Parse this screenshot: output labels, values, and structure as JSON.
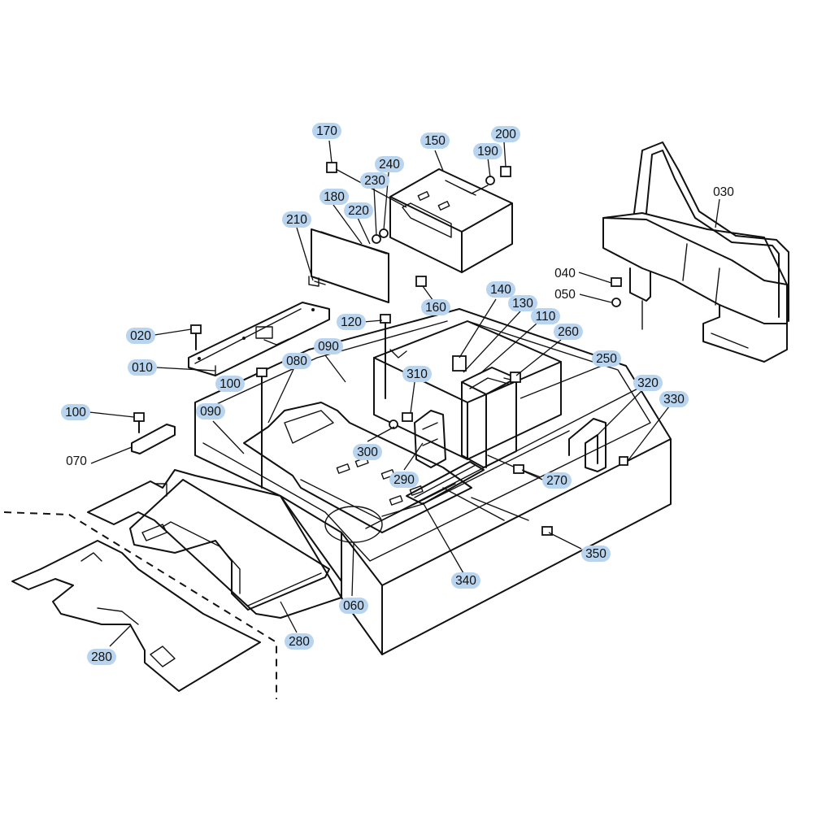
{
  "part_labels": [
    {
      "text": "170",
      "highlighted": true
    },
    {
      "text": "150",
      "highlighted": true
    },
    {
      "text": "190",
      "highlighted": true
    },
    {
      "text": "200",
      "highlighted": true
    },
    {
      "text": "240",
      "highlighted": true
    },
    {
      "text": "230",
      "highlighted": true
    },
    {
      "text": "180",
      "highlighted": true
    },
    {
      "text": "220",
      "highlighted": true
    },
    {
      "text": "210",
      "highlighted": true
    },
    {
      "text": "030",
      "highlighted": false
    },
    {
      "text": "040",
      "highlighted": false
    },
    {
      "text": "050",
      "highlighted": false
    },
    {
      "text": "160",
      "highlighted": true
    },
    {
      "text": "140",
      "highlighted": true
    },
    {
      "text": "130",
      "highlighted": true
    },
    {
      "text": "110",
      "highlighted": true
    },
    {
      "text": "260",
      "highlighted": true
    },
    {
      "text": "120",
      "highlighted": true
    },
    {
      "text": "020",
      "highlighted": true
    },
    {
      "text": "090",
      "highlighted": true
    },
    {
      "text": "080",
      "highlighted": true
    },
    {
      "text": "010",
      "highlighted": true
    },
    {
      "text": "250",
      "highlighted": true
    },
    {
      "text": "100",
      "highlighted": true
    },
    {
      "text": "310",
      "highlighted": true
    },
    {
      "text": "320",
      "highlighted": true
    },
    {
      "text": "330",
      "highlighted": true
    },
    {
      "text": "100",
      "highlighted": true
    },
    {
      "text": "090",
      "highlighted": true
    },
    {
      "text": "300",
      "highlighted": true
    },
    {
      "text": "070",
      "highlighted": false
    },
    {
      "text": "290",
      "highlighted": true
    },
    {
      "text": "270",
      "highlighted": true
    },
    {
      "text": "350",
      "highlighted": true
    },
    {
      "text": "340",
      "highlighted": true
    },
    {
      "text": "060",
      "highlighted": true
    },
    {
      "text": "280",
      "highlighted": true
    },
    {
      "text": "280",
      "highlighted": true
    }
  ],
  "colors": {
    "highlight": "#b9d4ee",
    "line": "#111111",
    "background": "#ffffff"
  }
}
